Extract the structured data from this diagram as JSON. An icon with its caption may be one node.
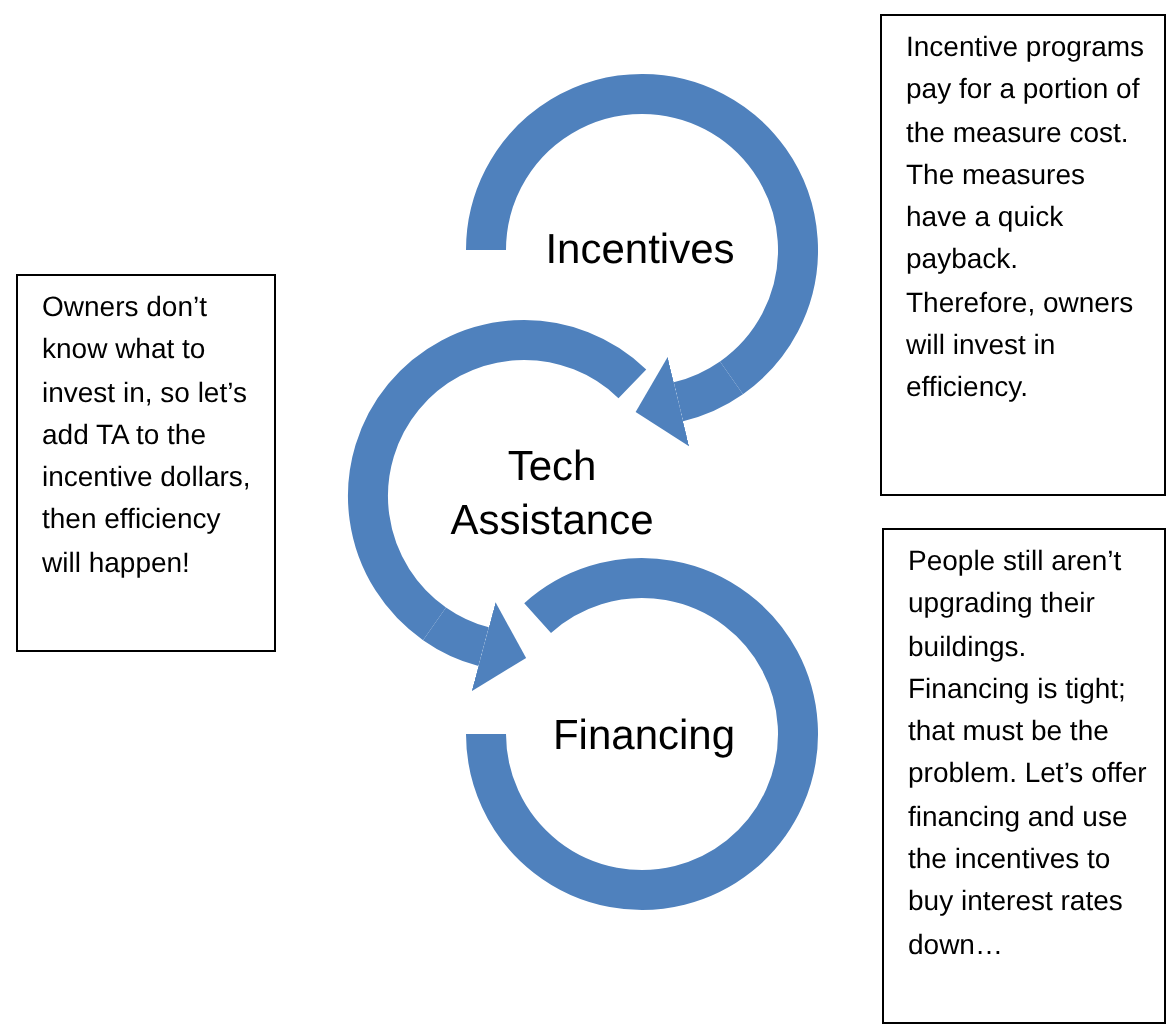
{
  "diagram": {
    "nodes": [
      {
        "text": [
          "Incentives"
        ]
      },
      {
        "text": [
          "Tech Assistance"
        ]
      },
      {
        "text": [
          "Financing"
        ]
      },
      {
        "text": [
          "Owners don’t know what to invest in, so let’s add TA to the incentive dollars, then efficiency will happen!"
        ]
      },
      {
        "text": [
          "Incentive programs pay for a portion of the measure cost. The measures have a quick payback. Therefore, owners will invest in efficiency."
        ]
      },
      {
        "text": [
          "People still aren’t upgrading their buildings. Financing is tight; that must be the problem. Let’s offer financing and use the incentives to buy interest rates down…"
        ]
      }
    ],
    "edges": [
      {
        "from": 0,
        "to": 1,
        "arrow": "to"
      },
      {
        "from": 1,
        "to": 2,
        "arrow": "to"
      }
    ]
  }
}
